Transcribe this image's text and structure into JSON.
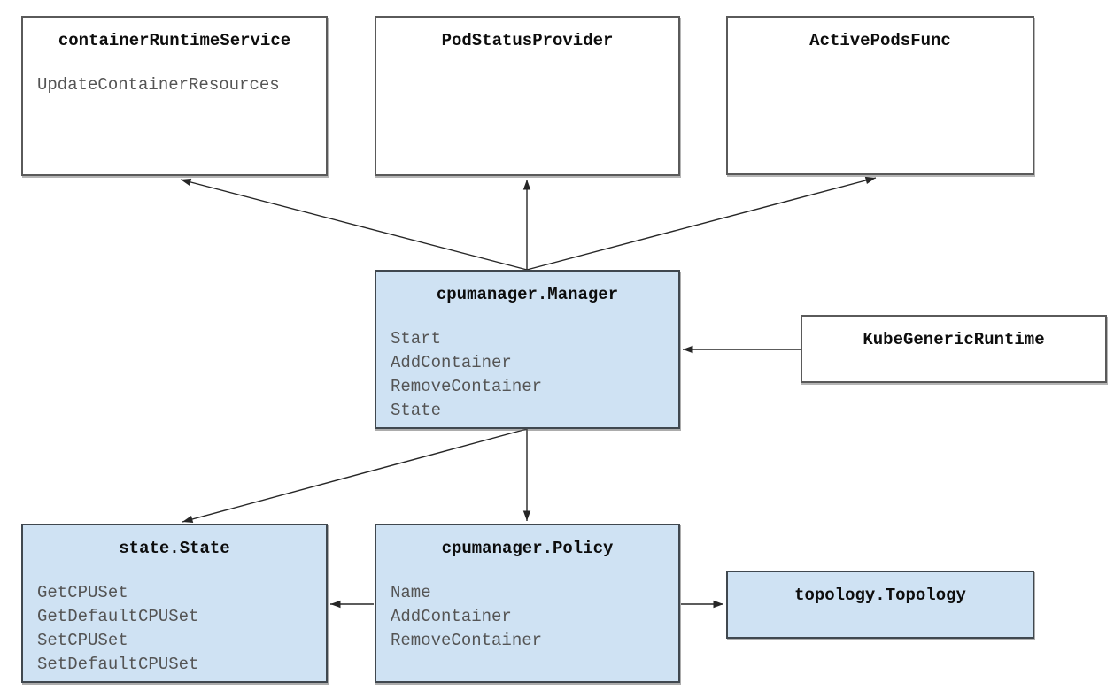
{
  "diagram": {
    "description": "Kubernetes kubelet CPU manager interface diagram",
    "colors": {
      "background": "#ffffff",
      "white_box_fill": "#ffffff",
      "blue_box_fill": "#cfe2f3",
      "white_box_border": "#5a5a5a",
      "blue_box_border": "#40484f",
      "title_text": "#0d0d0d",
      "method_text": "#545454",
      "arrow": "#262626"
    },
    "boxes": [
      {
        "id": "containerRuntimeService",
        "title": "containerRuntimeService",
        "fill": "white",
        "methods": [
          "UpdateContainerResources"
        ]
      },
      {
        "id": "podStatusProvider",
        "title": "PodStatusProvider",
        "fill": "white",
        "methods": []
      },
      {
        "id": "activePodsFunc",
        "title": "ActivePodsFunc",
        "fill": "white",
        "methods": []
      },
      {
        "id": "cpumanagerManager",
        "title": "cpumanager.Manager",
        "fill": "blue",
        "methods": [
          "Start",
          "AddContainer",
          "RemoveContainer",
          "State"
        ]
      },
      {
        "id": "kubeGenericRuntime",
        "title": "KubeGenericRuntime",
        "fill": "white",
        "methods": []
      },
      {
        "id": "stateState",
        "title": "state.State",
        "fill": "blue",
        "methods": [
          "GetCPUSet",
          "GetDefaultCPUSet",
          "SetCPUSet",
          "SetDefaultCPUSet"
        ]
      },
      {
        "id": "cpumanagerPolicy",
        "title": "cpumanager.Policy",
        "fill": "blue",
        "methods": [
          "Name",
          "AddContainer",
          "RemoveContainer"
        ]
      },
      {
        "id": "topologyTopology",
        "title": "topology.Topology",
        "fill": "blue",
        "methods": []
      }
    ],
    "edges": [
      {
        "from": "cpumanager.Manager",
        "to": "containerRuntimeService"
      },
      {
        "from": "cpumanager.Manager",
        "to": "PodStatusProvider"
      },
      {
        "from": "cpumanager.Manager",
        "to": "ActivePodsFunc"
      },
      {
        "from": "KubeGenericRuntime",
        "to": "cpumanager.Manager"
      },
      {
        "from": "cpumanager.Manager",
        "to": "state.State"
      },
      {
        "from": "cpumanager.Manager",
        "to": "cpumanager.Policy"
      },
      {
        "from": "cpumanager.Policy",
        "to": "state.State"
      },
      {
        "from": "cpumanager.Policy",
        "to": "topology.Topology"
      }
    ]
  }
}
